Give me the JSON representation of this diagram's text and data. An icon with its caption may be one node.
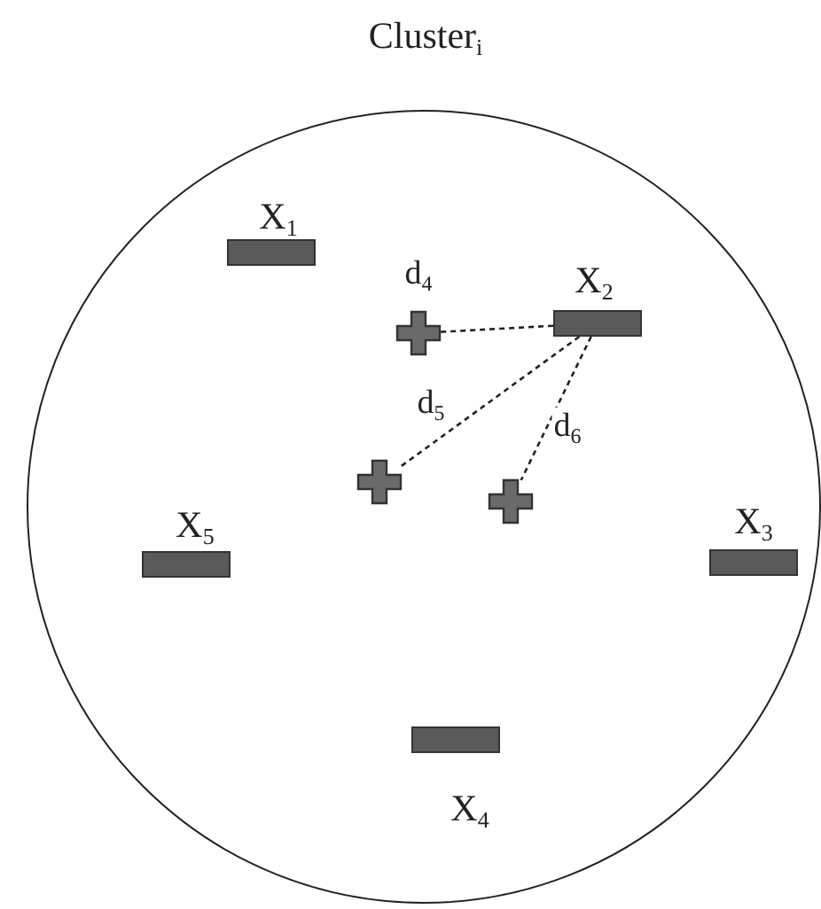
{
  "diagram": {
    "nodes": [
      {
        "text": [
          "Cluster$_{i}$"
        ]
      },
      {
        "text": [
          "X$_{1}$"
        ],
        "in": 0
      },
      {
        "text": [],
        "shape": "cross",
        "in": 0
      },
      {
        "text": [
          "X$_{2}$"
        ],
        "in": 0
      },
      {
        "text": [],
        "shape": "cross",
        "in": 0
      },
      {
        "text": [],
        "shape": "cross",
        "in": 0
      },
      {
        "text": [
          "X$_{5}$"
        ],
        "in": 0
      },
      {
        "text": [
          "X$_{3}$"
        ],
        "in": 0
      },
      {
        "text": [
          "X$_{4}$"
        ],
        "in": 0
      }
    ],
    "edges": [
      {
        "from": 3,
        "to": 2,
        "arrow": "none",
        "style": "dashed",
        "label": "d$_{4}$"
      },
      {
        "from": 3,
        "to": 4,
        "arrow": "none",
        "style": "dashed",
        "label": "d$_{5}$"
      },
      {
        "from": 3,
        "to": 5,
        "arrow": "none",
        "style": "dashed",
        "label": "d$_{6}$"
      }
    ]
  }
}
